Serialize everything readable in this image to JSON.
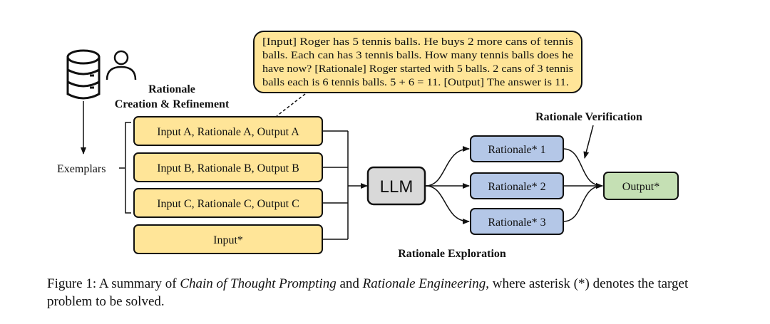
{
  "example_bubble": {
    "lines": [
      "[Input] Roger has 5 tennis balls. He buys 2 more cans of tennis",
      "balls. Each can has 3 tennis balls. How many tennis balls does he",
      "have now? [Rationale] Roger started with 5 balls. 2 cans of 3 tennis",
      "balls each is 6 tennis balls. 5 + 6 = 11. [Output] The answer is 11."
    ]
  },
  "labels": {
    "creation_line1": "Rationale",
    "creation_line2": "Creation & Refinement",
    "exemplars": "Exemplars",
    "verification": "Rationale Verification",
    "exploration": "Rationale Exploration"
  },
  "inputs": {
    "a": "Input A, Rationale A, Output A",
    "b": "Input B, Rationale B, Output B",
    "c": "Input C, Rationale C, Output C",
    "target": "Input*"
  },
  "llm": "LLM",
  "rationales": [
    "Rationale* 1",
    "Rationale* 2",
    "Rationale* 3"
  ],
  "output": "Output*",
  "caption": {
    "prefix": "Figure 1: A summary of ",
    "italic1": "Chain of Thought Prompting",
    "mid": " and ",
    "italic2": "Rationale Engineering",
    "suffix": ", where asterisk (*) denotes the target problem to be solved."
  },
  "colors": {
    "yellow_fill": "#FFE598",
    "blue_fill": "#B4C7E7",
    "green_fill": "#C5E0B4",
    "gray_fill": "#D9D9D9"
  }
}
